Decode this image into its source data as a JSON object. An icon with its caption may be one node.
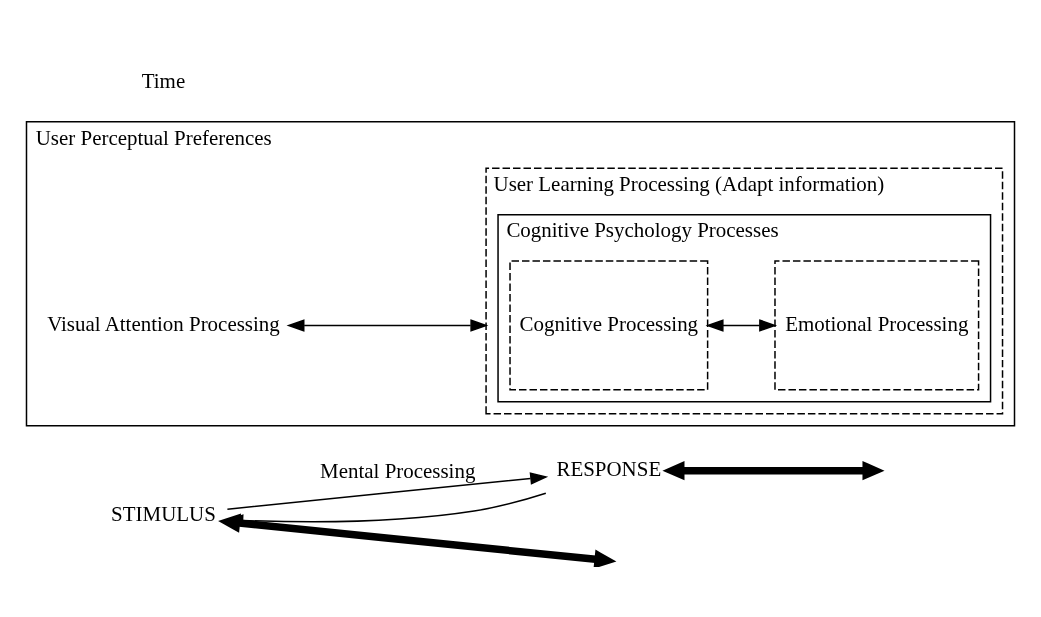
{
  "diagram": {
    "nodes": [
      {
        "text": [
          "STIMULUS"
        ]
      },
      {
        "text": [
          "RESPONSE"
        ]
      },
      {
        "text": [
          "User Perceptual Preferences"
        ]
      },
      {
        "text": [
          "Visual Attention Processing"
        ],
        "in": 2
      },
      {
        "text": [
          "User Learning Processing (Adapt information)"
        ],
        "in": 2
      },
      {
        "text": [
          "Cognitive Psychology Processes"
        ],
        "in": 4
      },
      {
        "text": [
          "Cognitive Processing"
        ],
        "in": 5
      },
      {
        "text": [
          "Emotional Processing"
        ],
        "in": 5
      }
    ],
    "edges": [
      {
        "from": 0,
        "to": 1,
        "arrow": "to",
        "label": "Mental Processing"
      },
      {
        "from": 1,
        "to": 0,
        "arrow": "to"
      },
      {
        "from": 3,
        "to": 4,
        "arrow": "both"
      },
      {
        "from": 6,
        "to": 7,
        "arrow": "both"
      },
      {
        "from": 0,
        "to": null,
        "arrow": "both",
        "style": "thick"
      },
      {
        "from": 1,
        "to": null,
        "arrow": "both",
        "style": "thick"
      }
    ],
    "labels": [
      "Time"
    ]
  }
}
